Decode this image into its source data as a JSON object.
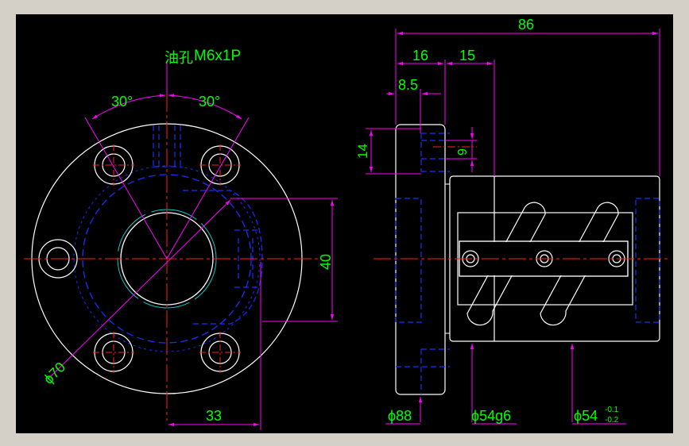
{
  "drawing": {
    "background": "#000000",
    "frame": "#d4d0c8",
    "colors": {
      "outline": "#ffffff",
      "hidden": "#1e2cff",
      "center": "#ff2020",
      "dimension": "#ff00ff",
      "text": "#00ff00",
      "label": "#00ff00",
      "bore_edge": "#00c8c8"
    },
    "front_view": {
      "oil_hole_label": "油孔",
      "thread_label": "M6x1P",
      "angle_left": "30°",
      "angle_right": "30°",
      "dim_height": "40",
      "dim_offset": "33",
      "dim_pcd": "ϕ70"
    },
    "side_view": {
      "dim_total": "86",
      "dim_flange": "16",
      "dim_gap": "15",
      "dim_half": "8.5",
      "dim_14": "14",
      "dim_9": "9",
      "dia_flange": "ϕ88",
      "dia_body_fit": "ϕ54g6",
      "dia_body": "ϕ54",
      "tol_upper": "-0.1",
      "tol_lower": "-0.2"
    }
  }
}
